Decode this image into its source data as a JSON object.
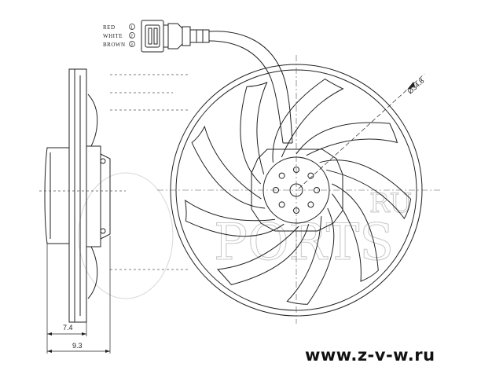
{
  "connector": {
    "wires": [
      "RED",
      "WHITE",
      "BROWN"
    ],
    "pin_labels": [
      "1",
      "2",
      "3"
    ]
  },
  "dimensions": {
    "diameter": "Ø34.8",
    "depth_a": "7.4",
    "depth_b": "9.3"
  },
  "watermark": {
    "brand": "PORTS",
    "suffix": "RU"
  },
  "site_url": "www.z-v-w.ru",
  "fan": {
    "blade_count": 9
  }
}
